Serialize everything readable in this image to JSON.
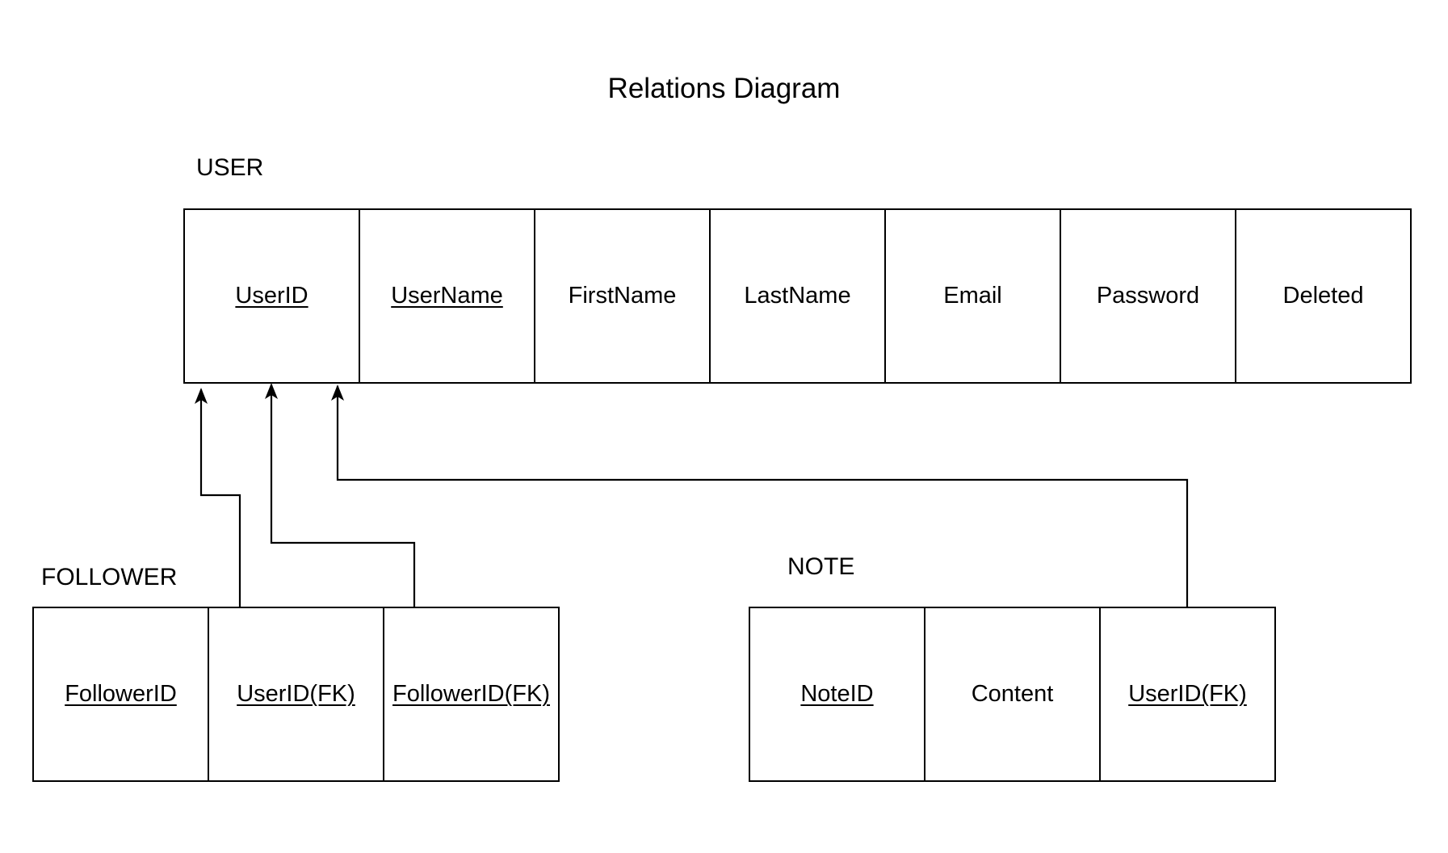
{
  "title": "Relations Diagram",
  "entities": {
    "user": {
      "label": "USER",
      "attributes": [
        {
          "name": "UserID",
          "key": true
        },
        {
          "name": "UserName",
          "key": true
        },
        {
          "name": "FirstName",
          "key": false
        },
        {
          "name": "LastName",
          "key": false
        },
        {
          "name": "Email",
          "key": false
        },
        {
          "name": "Password",
          "key": false
        },
        {
          "name": "Deleted",
          "key": false
        }
      ]
    },
    "follower": {
      "label": "FOLLOWER",
      "attributes": [
        {
          "name": "FollowerID",
          "key": true
        },
        {
          "name": "UserID(FK)",
          "key": true
        },
        {
          "name": "FollowerID(FK)",
          "key": true
        }
      ]
    },
    "note": {
      "label": "NOTE",
      "attributes": [
        {
          "name": "NoteID",
          "key": true
        },
        {
          "name": "Content",
          "key": false
        },
        {
          "name": "UserID(FK)",
          "key": true
        }
      ]
    }
  },
  "relationships": [
    {
      "from": "FOLLOWER.UserID(FK)",
      "to": "USER.UserID"
    },
    {
      "from": "FOLLOWER.FollowerID(FK)",
      "to": "USER.UserID"
    },
    {
      "from": "NOTE.UserID(FK)",
      "to": "USER.UserID"
    }
  ]
}
